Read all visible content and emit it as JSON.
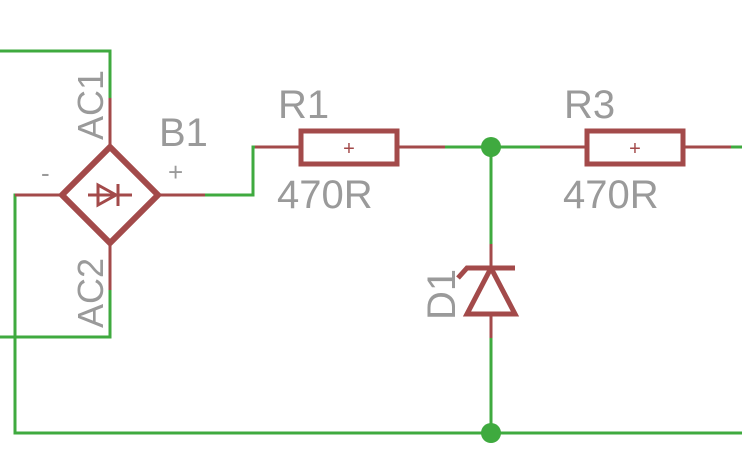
{
  "schematic": {
    "colors": {
      "wire": "#3faa3f",
      "part": "#a34a4a",
      "label": "#9a9a9a",
      "background": "#ffffff"
    },
    "bridge": {
      "name": "B1",
      "pin_ac1": "AC1",
      "pin_ac2": "AC2",
      "pin_minus": "-",
      "pin_plus": "+"
    },
    "r1": {
      "name": "R1",
      "value": "470R",
      "marker": "+"
    },
    "r3": {
      "name": "R3",
      "value": "470R",
      "marker": "+"
    },
    "zener": {
      "name": "D1"
    }
  }
}
